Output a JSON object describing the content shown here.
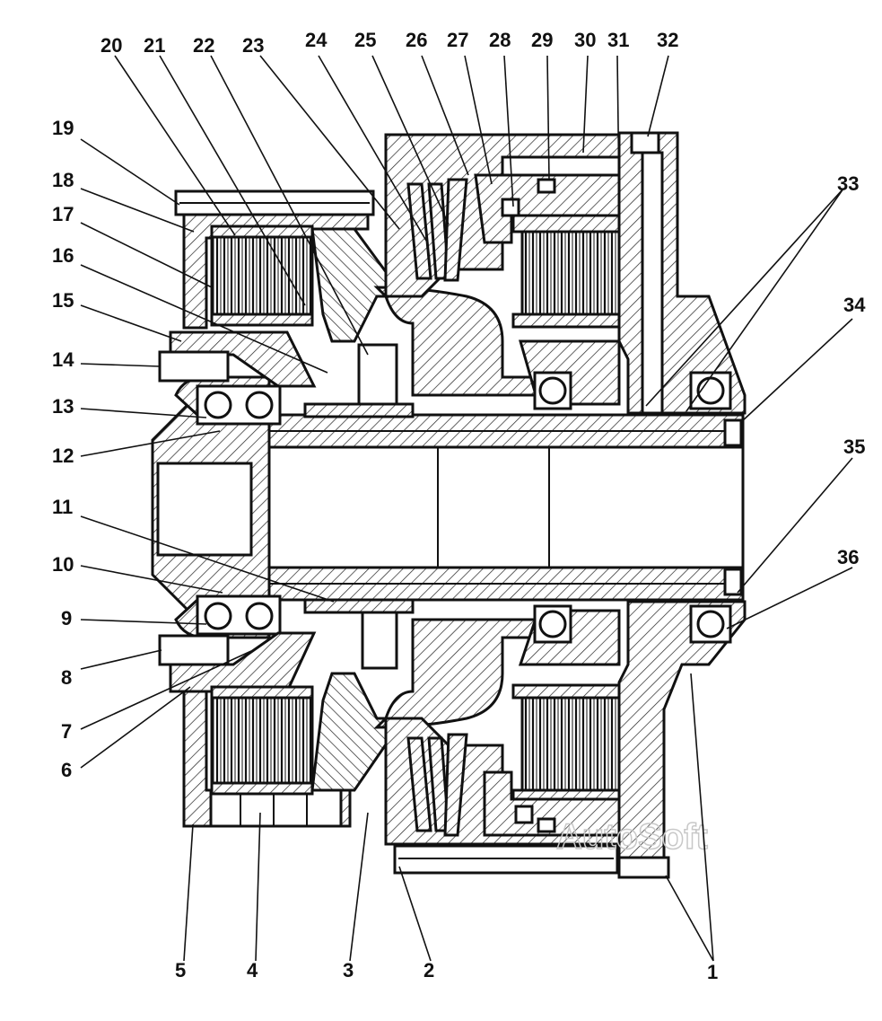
{
  "watermark": "AutoSoft",
  "callouts": [
    {
      "id": "1",
      "label": "1"
    },
    {
      "id": "2",
      "label": "2"
    },
    {
      "id": "3",
      "label": "3"
    },
    {
      "id": "4",
      "label": "4"
    },
    {
      "id": "5",
      "label": "5"
    },
    {
      "id": "6",
      "label": "6"
    },
    {
      "id": "7",
      "label": "7"
    },
    {
      "id": "8",
      "label": "8"
    },
    {
      "id": "9",
      "label": "9"
    },
    {
      "id": "10",
      "label": "10"
    },
    {
      "id": "11",
      "label": "11"
    },
    {
      "id": "12",
      "label": "12"
    },
    {
      "id": "13",
      "label": "13"
    },
    {
      "id": "14",
      "label": "14"
    },
    {
      "id": "15",
      "label": "15"
    },
    {
      "id": "16",
      "label": "16"
    },
    {
      "id": "17",
      "label": "17"
    },
    {
      "id": "18",
      "label": "18"
    },
    {
      "id": "19",
      "label": "19"
    },
    {
      "id": "20",
      "label": "20"
    },
    {
      "id": "21",
      "label": "21"
    },
    {
      "id": "22",
      "label": "22"
    },
    {
      "id": "23",
      "label": "23"
    },
    {
      "id": "24",
      "label": "24"
    },
    {
      "id": "25",
      "label": "25"
    },
    {
      "id": "26",
      "label": "26"
    },
    {
      "id": "27",
      "label": "27"
    },
    {
      "id": "28",
      "label": "28"
    },
    {
      "id": "29",
      "label": "29"
    },
    {
      "id": "30",
      "label": "30"
    },
    {
      "id": "31",
      "label": "31"
    },
    {
      "id": "32",
      "label": "32"
    },
    {
      "id": "33",
      "label": "33"
    },
    {
      "id": "34",
      "label": "34"
    },
    {
      "id": "35",
      "label": "35"
    },
    {
      "id": "36",
      "label": "36"
    }
  ]
}
